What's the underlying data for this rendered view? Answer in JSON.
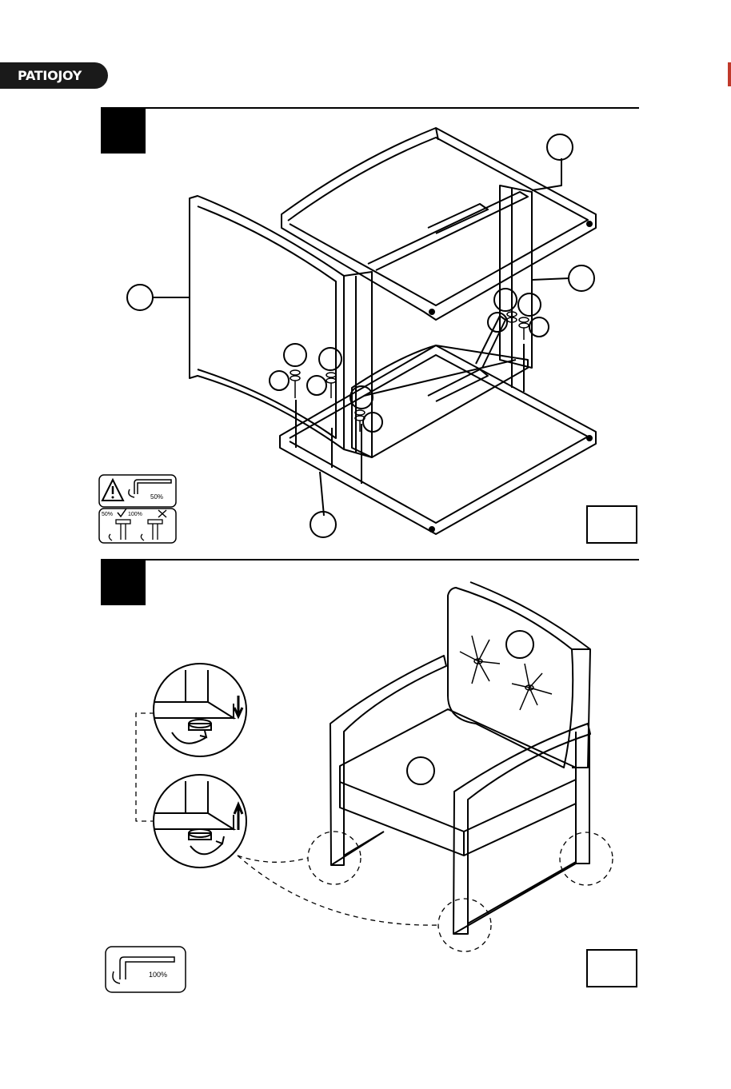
{
  "brand": {
    "logo_text": "PATIOJOY"
  },
  "step1": {
    "number": "",
    "warning": {
      "torque_label": "50%",
      "check_label": "50%",
      "cross_label": "100%"
    }
  },
  "step2": {
    "number": "",
    "tool": {
      "torque_label": "100%"
    }
  },
  "colors": {
    "ink": "#000000",
    "logo_bg": "#1a1a1a",
    "edge_mark": "#c0392b"
  },
  "icons": [
    "warning-triangle-icon",
    "allen-key-icon",
    "rotate-arrow-icon",
    "checkmark-icon",
    "cross-icon"
  ]
}
